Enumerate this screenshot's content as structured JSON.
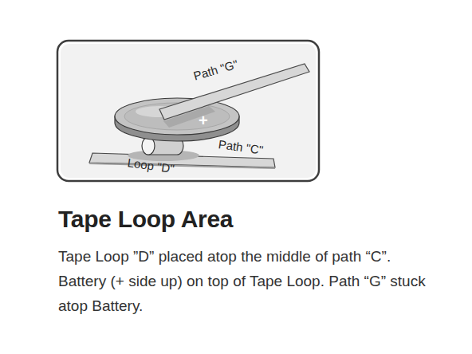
{
  "diagram": {
    "title": "Tape Loop Area",
    "caption": "Tape Loop ”D” placed atop the middle of path “C”. Battery (+ side up) on top of Tape Loop. Path “G” stuck atop Battery.",
    "labels": [
      "Path \"G\"",
      "+",
      "Path \"C\"",
      "Loop \"D\""
    ]
  }
}
